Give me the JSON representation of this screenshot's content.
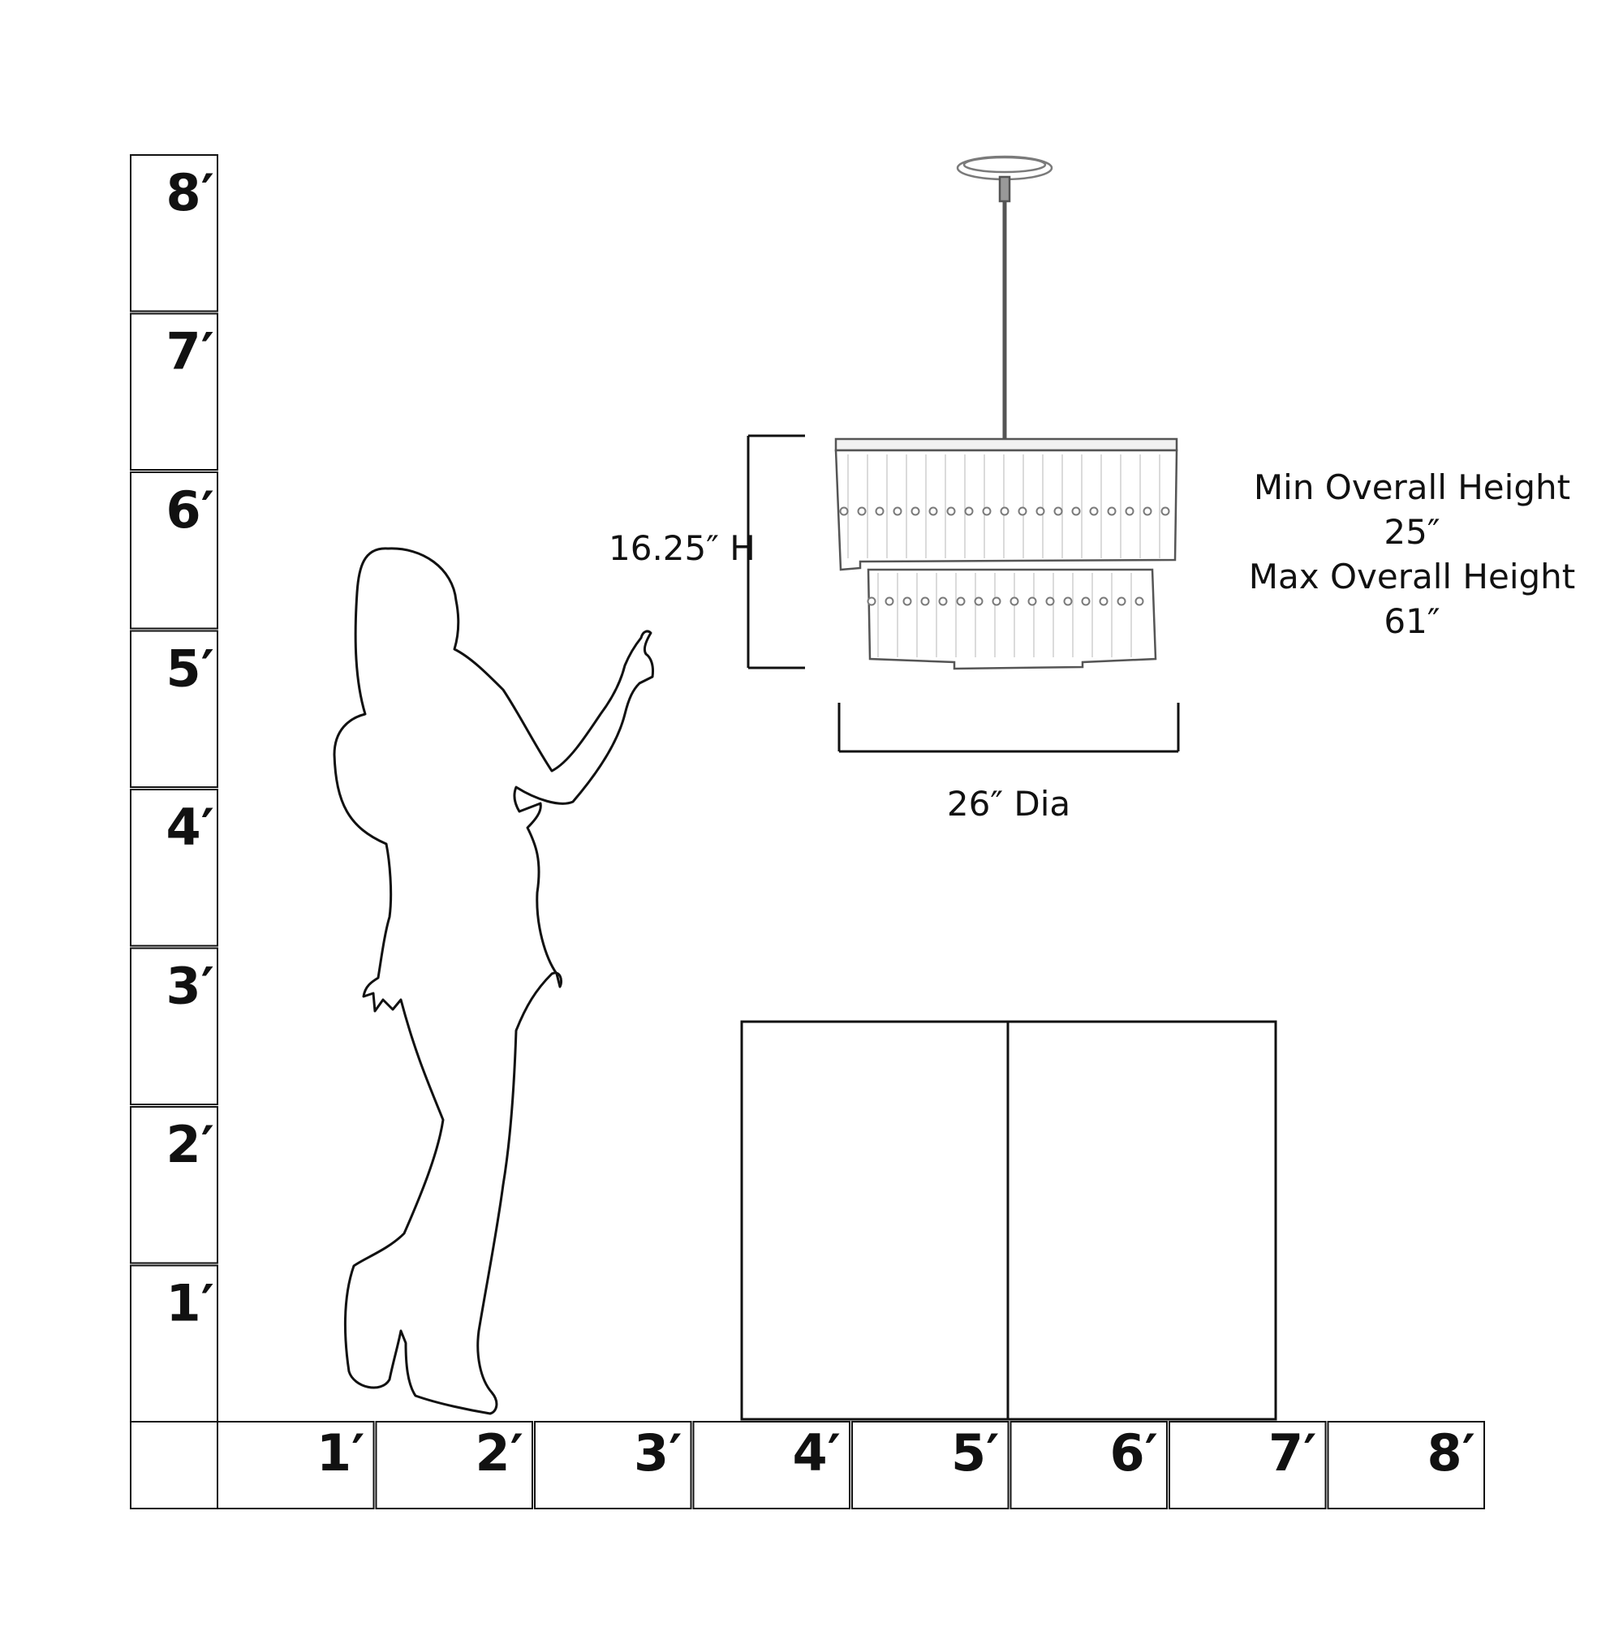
{
  "colors": {
    "line": "#111111",
    "background": "#ffffff",
    "fixture": "#7a7a7a"
  },
  "ruler": {
    "vertical_labels": [
      "8′",
      "7′",
      "6′",
      "5′",
      "4′",
      "3′",
      "2′",
      "1′"
    ],
    "horizontal_labels": [
      "1′",
      "2′",
      "3′",
      "4′",
      "5′",
      "6′",
      "7′",
      "8′"
    ]
  },
  "fixture": {
    "height_label": "16.25″ H",
    "diameter_label": "26″ Dia"
  },
  "specs": {
    "min_label": "Min Overall Height",
    "min_value": "25″",
    "max_label": "Max Overall Height",
    "max_value": "61″"
  },
  "icons": [
    "person-silhouette-icon",
    "chandelier-icon",
    "cabinet-icon"
  ]
}
